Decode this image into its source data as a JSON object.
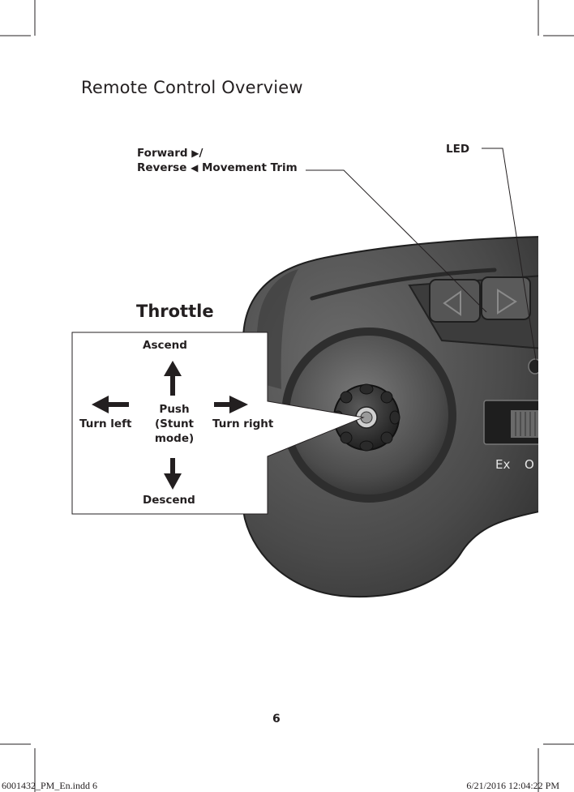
{
  "page": {
    "title": "Remote Control Overview",
    "page_number": "6"
  },
  "callouts": {
    "forward_line1": "Forward",
    "forward_line1_end": "/",
    "reverse_prefix": "Reverse",
    "reverse_suffix": " Movement Trim",
    "led": "LED"
  },
  "controller": {
    "switch_label_ex": "Ex",
    "switch_label_o": "O"
  },
  "throttle": {
    "title": "Throttle",
    "ascend": "Ascend",
    "descend": "Descend",
    "turn_left": "Turn left",
    "turn_right": "Turn right",
    "push_line1": "Push",
    "push_line2": "(Stunt",
    "push_line3": "mode)"
  },
  "footer": {
    "file": "6001432_PM_En.indd   6",
    "date": "6/21/2016   12:04:22 PM"
  },
  "icons": {
    "forward": "right-triangle-icon",
    "reverse": "left-triangle-icon"
  }
}
